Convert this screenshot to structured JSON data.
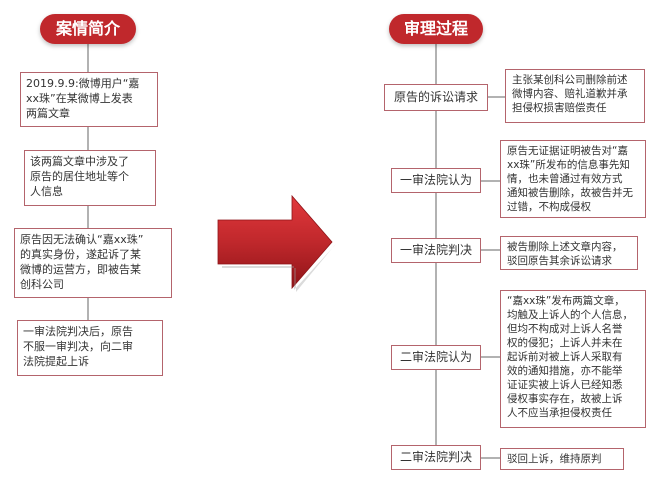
{
  "left": {
    "header": "案情简介",
    "steps": [
      "2019.9.9:微博用户“嘉\nxx珠”在某微博上发表\n两篇文章",
      "该两篇文章中涉及了\n原告的居住地址等个\n人信息",
      "原告因无法确认“嘉xx珠”\n的真实身份，遂起诉了某\n微博的运营方，即被告某\n创科公司",
      "一审法院判决后，原告\n不服一审判决，向二审\n法院提起上诉"
    ]
  },
  "right": {
    "header": "审理过程",
    "stages": [
      {
        "label": "原告的诉讼请求",
        "detail": "主张某创科公司删除前述\n微博内容、赔礼道歉并承\n担侵权损害赔偿责任"
      },
      {
        "label": "一审法院认为",
        "detail": "原告无证据证明被告对“嘉\nxx珠”所发布的信息事先知\n情，也未曾通过有效方式\n通知被告删除，故被告并无\n过错，不构成侵权"
      },
      {
        "label": "一审法院判决",
        "detail": "被告删除上述文章内容，\n驳回原告其余诉讼请求"
      },
      {
        "label": "二审法院认为",
        "detail": "“嘉xx珠”发布两篇文章，\n均触及上诉人的个人信息，\n但均不构成对上诉人名誉\n权的侵犯；上诉人并未在\n起诉前对被上诉人采取有\n效的通知措施，亦不能举\n证证实被上诉人已经知悉\n侵权事实存在，故被上诉\n人不应当承担侵权责任"
      },
      {
        "label": "二审法院判决",
        "detail": "驳回上诉，维持原判"
      }
    ]
  },
  "colors": {
    "accent": "#c0282c",
    "border": "#b4646c",
    "arrow": "#c0282c"
  }
}
